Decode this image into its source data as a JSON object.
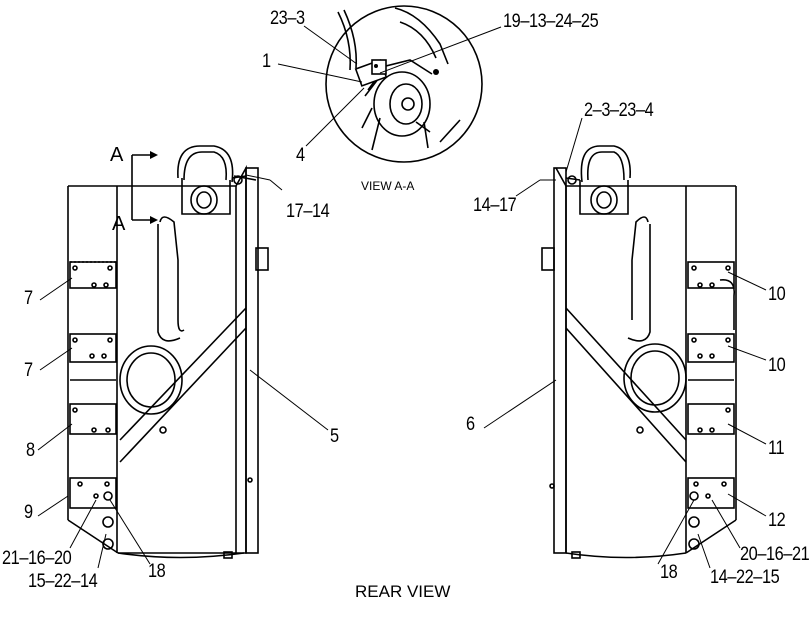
{
  "captions": {
    "view_a": "VIEW  A-A",
    "rear": "REAR VIEW",
    "section_a_top": "A",
    "section_a_bottom": "A"
  },
  "callouts": {
    "c23_3": "23–3",
    "c19_13_24_25": "19–13–24–25",
    "c1": "1",
    "c4": "4",
    "c2_3_23_4": "2–3–23–4",
    "c17_14": "17–14",
    "c14_17": "14–17",
    "c7a": "7",
    "c7b": "7",
    "c8": "8",
    "c9": "9",
    "c21_16_20": "21–16–20",
    "c15_22_14": "15–22–14",
    "c18_left": "18",
    "c5": "5",
    "c6": "6",
    "c10a": "10",
    "c10b": "10",
    "c11": "11",
    "c12": "12",
    "c20_16_21": "20–16–21",
    "c18_right": "18",
    "c14_22_15": "14–22–15"
  }
}
